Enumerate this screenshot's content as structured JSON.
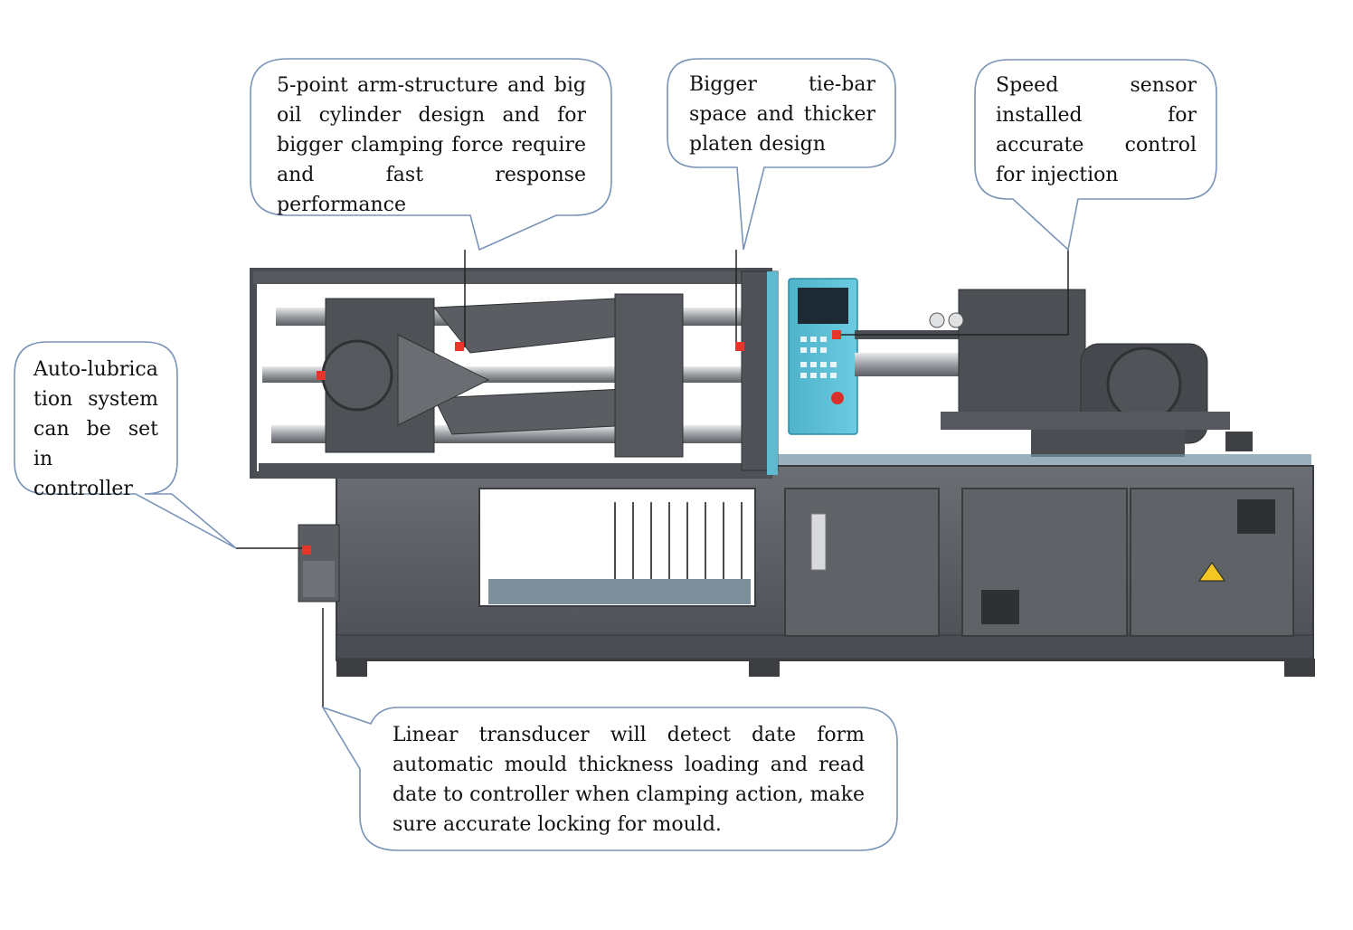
{
  "callouts": {
    "arm_structure": "5-point arm-structure  and big oil cylinder design and for bigger clamping force require and fast response performance",
    "tie_bar": "Bigger tie-bar space and thicker platen design",
    "speed_sensor": "Speed sensor installed for accurate control for injection",
    "auto_lubrication": "Auto-lubrica tion system can be set in controller",
    "linear_transducer": "Linear transducer will detect date form automatic mould thickness loading and read date to controller when clamping action, make sure accurate locking for mould."
  },
  "colors": {
    "callout_border": "#7a93b8",
    "marker": "#e8352a",
    "machine_body": "#5b5e63",
    "control_panel": "#5cc0d6"
  }
}
